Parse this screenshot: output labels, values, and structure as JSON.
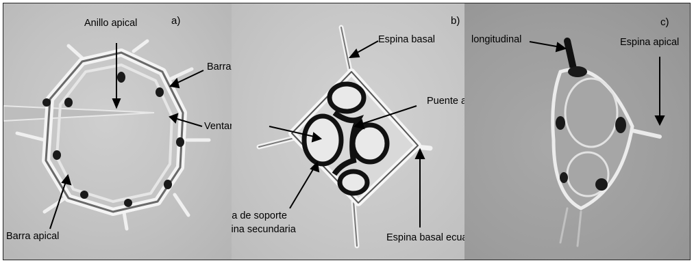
{
  "panels": {
    "a": {
      "letter": "a)",
      "labels": {
        "anillo_apical": "Anillo apical",
        "barra_basal": "Barra basal",
        "ventana": "Ventana",
        "barra_apical": "Barra apical"
      }
    },
    "b": {
      "letter": "b)",
      "labels": {
        "espina_basal": "Espina basal",
        "puente_apical": "Puente apical",
        "espina_soporte_1": "Espina de soporte",
        "espina_soporte_2": "o espina secundaria",
        "espina_basal_ecuatorial": "Espina basal  ecuatorial"
      }
    },
    "c": {
      "letter": "c)",
      "labels": {
        "longitudinal": "longitudinal",
        "espina_apical": "Espina apical"
      }
    }
  },
  "colors": {
    "background_a": "#c4c4c4",
    "background_b": "#c8c8c8",
    "background_c": "#9e9e9e",
    "skeleton_dark": "#1a1a1a",
    "skeleton_light": "#f2f2f2"
  }
}
